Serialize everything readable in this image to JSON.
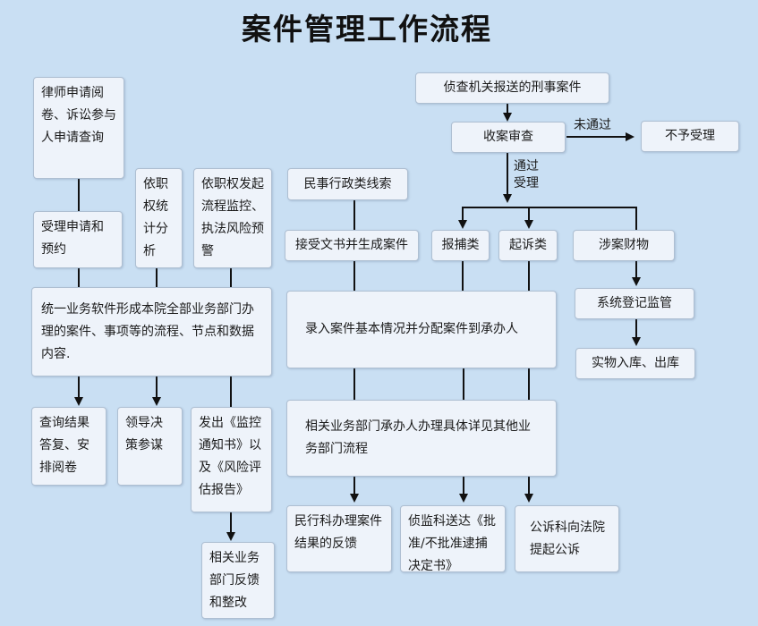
{
  "title": "案件管理工作流程",
  "nodes": {
    "lawyer_request": "律师申请阅卷、诉讼参与人申请查询",
    "accept_request": "受理申请和预约",
    "stat_analysis": "依职权统计分析",
    "flow_monitor": "依职权发起流程监控、执法风险预警",
    "unified_software": "统一业务软件形成本院全部业务部门办理的案件、事项等的流程、节点和数据内容.",
    "query_reply": "查询结果答复、安排阅卷",
    "leader_reference": "领导决策参谋",
    "issue_notice": "发出《监控通知书》以及《风险评估报告》",
    "dept_feedback": "相关业务部门反馈和整改",
    "civil_clue": "民事行政类线索",
    "accept_doc": "接受文书并生成案件",
    "police_case": "侦查机关报送的刑事案件",
    "receive_review": "收案审查",
    "reject": "不予受理",
    "arrest_type": "报捕类",
    "prosecute_type": "起诉类",
    "property": "涉案财物",
    "register_monitor": "系统登记监管",
    "storage": "实物入库、出库",
    "enter_info": "录入案件基本情况并分配案件到承办人",
    "handle_case": "相关业务部门承办人办理具体详见其他业务部门流程",
    "civil_feedback": "民行科办理案件结果的反馈",
    "arrest_decision": "侦监科送达《批准/不批准逮捕决定书》",
    "public_prosecution": "公诉科向法院提起公诉"
  },
  "labels": {
    "not_passed": "未通过",
    "passed": "通过受理"
  }
}
